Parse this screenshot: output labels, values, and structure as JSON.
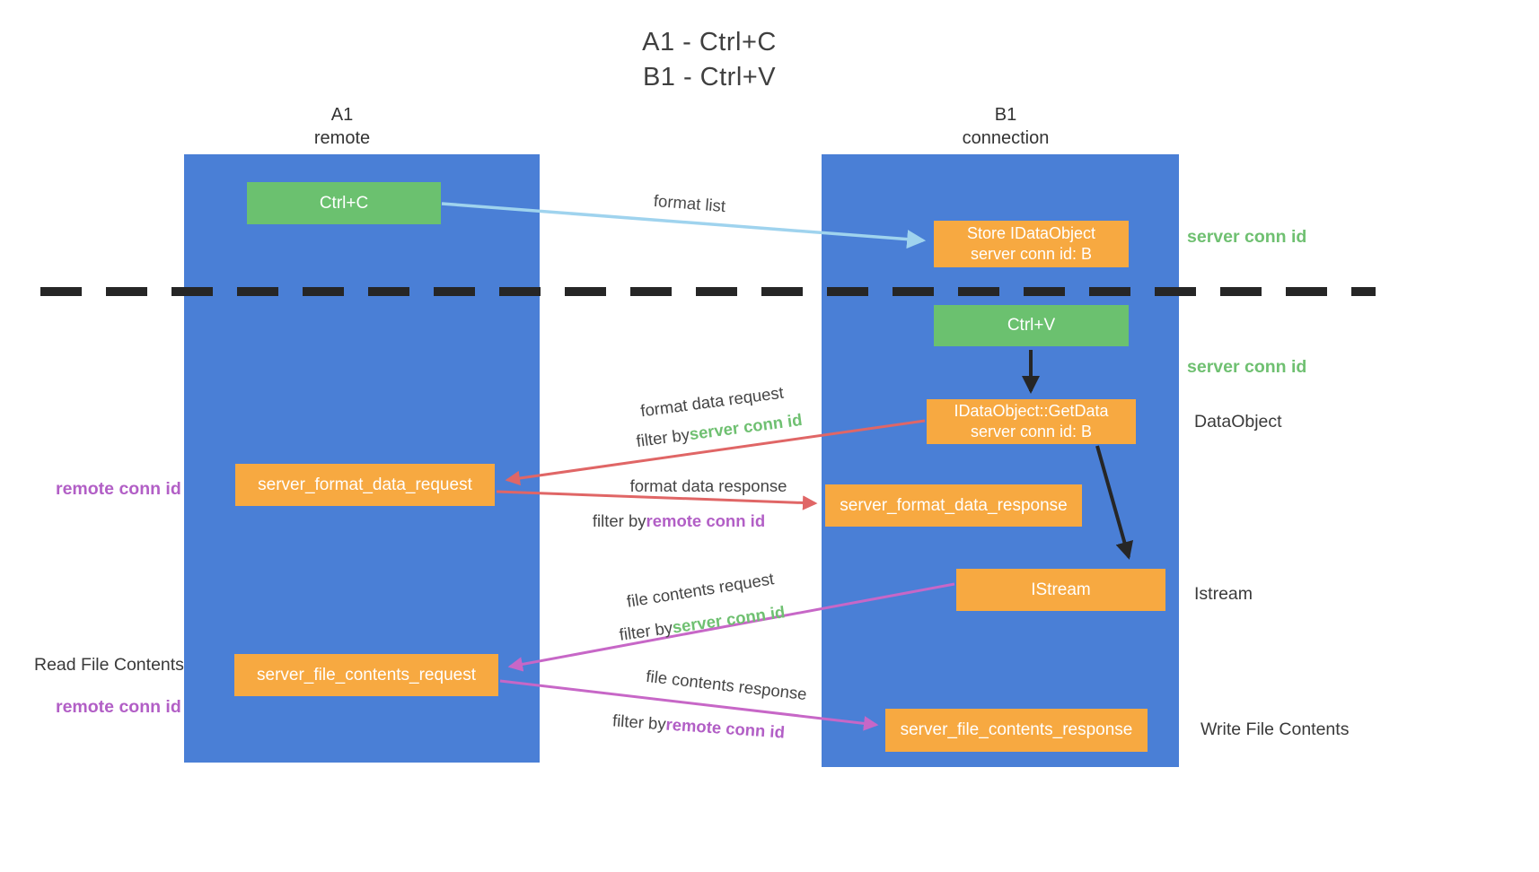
{
  "title": {
    "line1": "A1 - Ctrl+C",
    "line2": "B1 - Ctrl+V"
  },
  "lanes": {
    "a1": {
      "name": "A1",
      "subtitle": "remote"
    },
    "b1": {
      "name": "B1",
      "subtitle": "connection"
    }
  },
  "nodes": {
    "ctrl_c": {
      "label": "Ctrl+C"
    },
    "store_idataobject": {
      "line1": "Store IDataObject",
      "line2": "server conn id: B"
    },
    "ctrl_v": {
      "label": "Ctrl+V"
    },
    "getdata": {
      "line1": "IDataObject::GetData",
      "line2": "server conn id: B"
    },
    "format_request": {
      "label": "server_format_data_request"
    },
    "format_response": {
      "label": "server_format_data_response"
    },
    "istream": {
      "label": "IStream"
    },
    "file_request": {
      "label": "server_file_contents_request"
    },
    "file_response": {
      "label": "server_file_contents_response"
    }
  },
  "edge_labels": {
    "format_list": "format list",
    "format_data_request": "format data request",
    "format_data_response": "format data response",
    "file_contents_request": "file contents request",
    "file_contents_response": "file contents response",
    "filter_by": "filter by",
    "server_conn_id": "server conn id",
    "remote_conn_id": "remote conn id"
  },
  "side_labels": {
    "server_conn_id": "server conn id",
    "remote_conn_id": "remote conn id",
    "dataobject": "DataObject",
    "istream": "Istream",
    "read_file_contents": "Read File Contents",
    "write_file_contents": "Write File Contents"
  },
  "colors": {
    "lane_blue": "#4A7FD6",
    "box_green": "#6BC16F",
    "box_orange": "#F7A941",
    "arrow_light_blue": "#9FD3EE",
    "arrow_red": "#E06666",
    "arrow_purple": "#C767C7",
    "arrow_black": "#262626",
    "text_green": "#6FC071",
    "text_purple": "#B25FC6",
    "divider_black": "#262626"
  }
}
